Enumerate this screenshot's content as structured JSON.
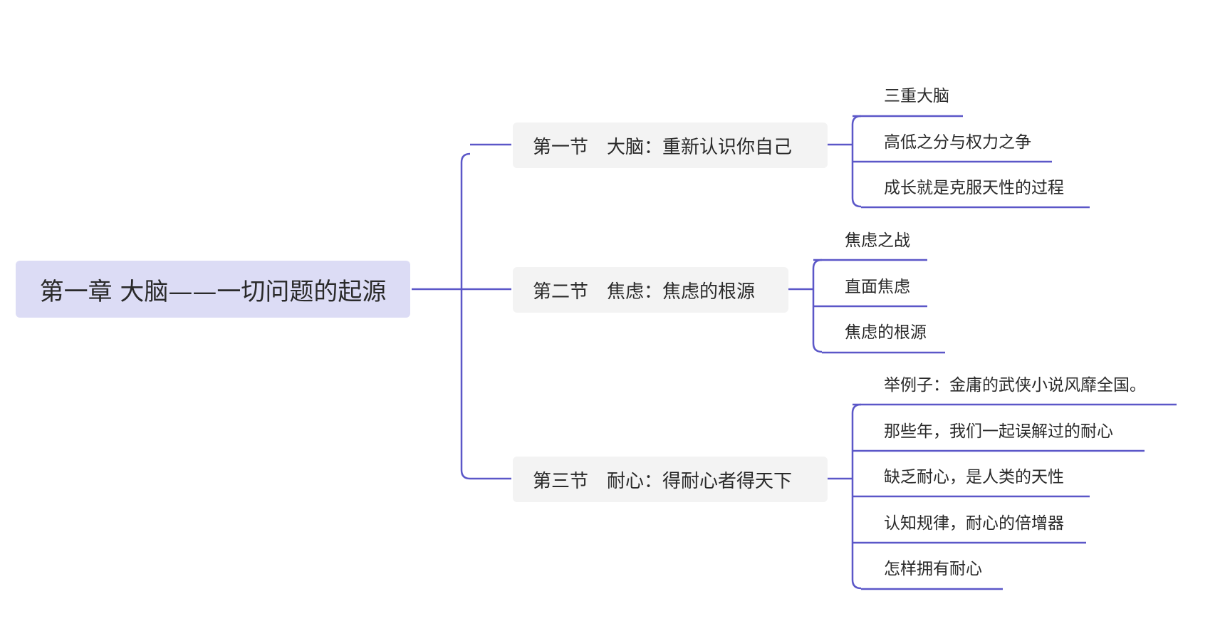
{
  "root": {
    "title": "第一章 大脑——一切问题的起源"
  },
  "sections": [
    {
      "title": "第一节　大脑：重新认识你自己",
      "children": [
        "三重大脑",
        "高低之分与权力之争",
        "成长就是克服天性的过程"
      ]
    },
    {
      "title": "第二节　焦虑：焦虑的根源",
      "children": [
        "焦虑之战",
        "直面焦虑",
        "焦虑的根源"
      ]
    },
    {
      "title": "第三节　耐心：得耐心者得天下",
      "children": [
        "举例子：金庸的武侠小说风靡全国。",
        "那些年，我们一起误解过的耐心",
        "缺乏耐心，是人类的天性",
        "认知规律，耐心的倍增器",
        "怎样拥有耐心"
      ]
    }
  ],
  "colors": {
    "connector": "#5b57c8",
    "root_fill": "#dcdcf5",
    "section_fill": "#f3f3f3"
  }
}
